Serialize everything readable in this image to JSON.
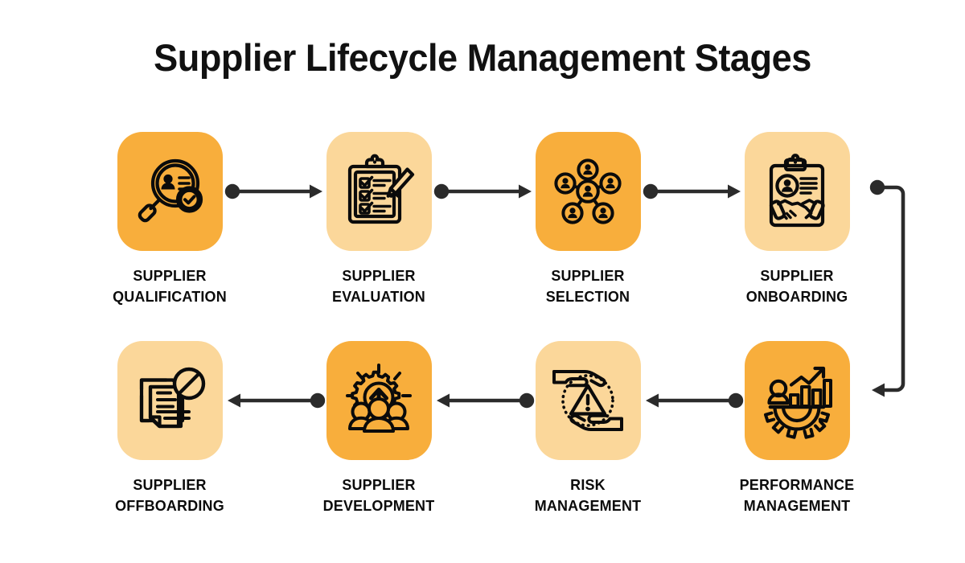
{
  "page": {
    "title": "Supplier Lifecycle Management Stages",
    "background_color": "#ffffff"
  },
  "colors": {
    "accent_dark": "#F8AE3C",
    "accent_light": "#FBD79A",
    "ink": "#2b2b2b",
    "text": "#0b0b0b"
  },
  "diagram_data": {
    "type": "process-flow",
    "layout": "two-row-serpentine",
    "direction_row_1": "left-to-right",
    "direction_row_2": "right-to-left",
    "stage_count": 8,
    "stages": [
      {
        "index": 1,
        "line1": "SUPPLIER",
        "line2": "QUALIFICATION",
        "card_tone": "dark",
        "card_color": "#F8AE3C",
        "icon": "magnifier-person-check-icon",
        "icon_description": "magnifying glass over a person profile card with a check badge"
      },
      {
        "index": 2,
        "line1": "SUPPLIER",
        "line2": "EVALUATION",
        "card_tone": "light",
        "card_color": "#FBD79A",
        "icon": "clipboard-checklist-pencil-icon",
        "icon_description": "clipboard with three checked checklist items and a pencil"
      },
      {
        "index": 3,
        "line1": "SUPPLIER",
        "line2": "SELECTION",
        "card_tone": "dark",
        "card_color": "#F8AE3C",
        "icon": "people-network-icon",
        "icon_description": "central person node linked to five surrounding person nodes"
      },
      {
        "index": 4,
        "line1": "SUPPLIER",
        "line2": "ONBOARDING",
        "card_tone": "light",
        "card_color": "#FBD79A",
        "icon": "clipboard-handshake-icon",
        "icon_description": "clipboard document with a person avatar, text lines and a handshake"
      },
      {
        "index": 5,
        "line1": "PERFORMANCE",
        "line2": "MANAGEMENT",
        "card_tone": "dark",
        "card_color": "#F8AE3C",
        "icon": "gear-person-bar-chart-icon",
        "icon_description": "gear with a person and a rising bar chart with an upward arrow"
      },
      {
        "index": 6,
        "line1": "RISK",
        "line2": "MANAGEMENT",
        "card_tone": "light",
        "card_color": "#FBD79A",
        "icon": "hands-warning-triangle-icon",
        "icon_description": "two protective hands around a dotted circle containing a warning triangle"
      },
      {
        "index": 7,
        "line1": "SUPPLIER",
        "line2": "DEVELOPMENT",
        "card_tone": "dark",
        "card_color": "#F8AE3C",
        "icon": "team-gear-growth-arrow-icon",
        "icon_description": "group of three people with a radiating gear containing an upward arrow"
      },
      {
        "index": 8,
        "line1": "SUPPLIER",
        "line2": "OFFBOARDING",
        "card_tone": "light",
        "card_color": "#FBD79A",
        "icon": "documents-prohibited-icon",
        "icon_description": "stacked documents with a circle-slash prohibition sign"
      }
    ],
    "connectors": [
      {
        "id": "c1",
        "from": 1,
        "to": 2,
        "style": "dot-to-arrow",
        "direction": "right"
      },
      {
        "id": "c2",
        "from": 2,
        "to": 3,
        "style": "dot-to-arrow",
        "direction": "right"
      },
      {
        "id": "c3",
        "from": 3,
        "to": 4,
        "style": "dot-to-arrow",
        "direction": "right"
      },
      {
        "id": "c4",
        "from": 4,
        "to": 5,
        "style": "dot-to-arrow-elbow",
        "direction": "down-then-left"
      },
      {
        "id": "c5",
        "from": 5,
        "to": 6,
        "style": "dot-to-arrow",
        "direction": "left"
      },
      {
        "id": "c6",
        "from": 6,
        "to": 7,
        "style": "dot-to-arrow",
        "direction": "left"
      },
      {
        "id": "c7",
        "from": 7,
        "to": 8,
        "style": "dot-to-arrow",
        "direction": "left"
      }
    ]
  }
}
